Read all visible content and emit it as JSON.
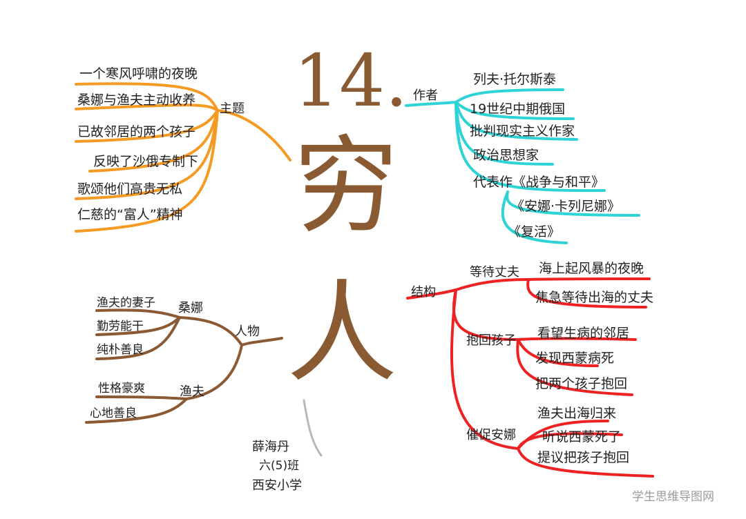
{
  "title": {
    "number": "14.",
    "char1": "穷",
    "char2": "人"
  },
  "colors": {
    "theme": "#f59a23",
    "author": "#2ed3d6",
    "characters": "#8b5a34",
    "structure": "#ee2222",
    "title": "#8a5a33"
  },
  "theme_branch": {
    "label": "主题",
    "items": [
      "一个寒风呼啸的夜晚",
      "桑娜与渔夫主动收养",
      "已故邻居的两个孩子",
      "反映了沙俄专制下",
      "歌颂他们高贵无私",
      "仁慈的“富人”精神"
    ]
  },
  "author_branch": {
    "label": "作者",
    "items": [
      "列夫·托尔斯泰",
      "19世纪中期俄国",
      "批判现实主义作家",
      "政治思想家"
    ],
    "works_label": "代表作《战争与和平》",
    "works": [
      "《安娜·卡列尼娜》",
      "《复活》"
    ]
  },
  "characters_branch": {
    "label": "人物",
    "sangna": {
      "label": "桑娜",
      "items": [
        "渔夫的妻子",
        "勤劳能干",
        "纯朴善良"
      ]
    },
    "fisherman": {
      "label": "渔夫",
      "items": [
        "性格豪爽",
        "心地善良"
      ]
    }
  },
  "structure_branch": {
    "label": "结构",
    "sections": [
      {
        "label": "等待丈夫",
        "items": [
          "海上起风暴的夜晚",
          "焦急等待出海的丈夫"
        ]
      },
      {
        "label": "抱回孩子",
        "items": [
          "看望生病的邻居",
          "发现西蒙病死",
          "把两个孩子抱回"
        ]
      },
      {
        "label": "催促安娜",
        "items": [
          "渔夫出海归来",
          "听说西蒙死了",
          "提议把孩子抱回"
        ]
      }
    ]
  },
  "signature": {
    "name": "薛海丹",
    "class": "六(5)班",
    "school": "西安小学"
  },
  "watermark": "学生思维导图网"
}
